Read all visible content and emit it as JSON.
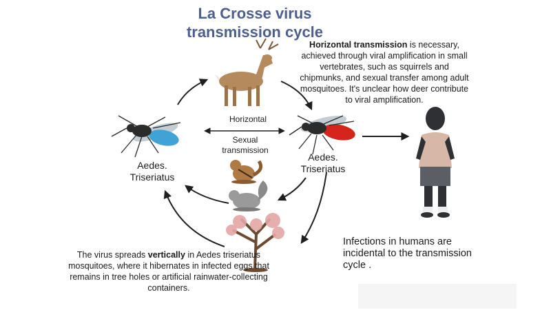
{
  "title": {
    "line1": "La Crosse virus",
    "line2": "transmission cycle"
  },
  "labels": {
    "horizontal": "Horizontal",
    "sexual_line1": "Sexual",
    "sexual_line2": "transmission",
    "aedes_left_line1": "Aedes.",
    "aedes_left_line2": "Triseriatus",
    "aedes_right_line1": "Aedes.",
    "aedes_right_line2": "Triseriatus"
  },
  "notes": {
    "top_bold": "Horizontal transmission",
    "top_rest": " is necessary, achieved through viral amplification in small vertebrates, such as squirrels and chipmunks, and sexual transfer among adult mosquitoes. It's unclear how deer contribute to viral amplification.",
    "bottom_pre": "The virus spreads ",
    "bottom_bold": "vertically",
    "bottom_post": " in Aedes triseriatus mosquitoes, where it hibernates in infected eggs that remains in tree holes or artificial rainwater-collecting containers.",
    "human": "Infections in humans are incidental to the transmission cycle ."
  },
  "colors": {
    "title": "#4e5f8e",
    "mosquito_left_abdomen": "#3fa3d6",
    "mosquito_right_abdomen": "#d4241c",
    "deer": "#b58a5d",
    "squirrel": "#9a9a9a",
    "chipmunk": "#b07a44",
    "tree_blossom": "#e3a6a4",
    "human_skin": "#2f3034",
    "human_shirt": "#d7b7a8",
    "human_shorts": "#5c5e66",
    "arrow": "#1f1f1f"
  },
  "icons": [
    "deer-icon",
    "mosquito-blue-icon",
    "mosquito-red-icon",
    "chipmunk-icon",
    "squirrel-icon",
    "tree-icon",
    "human-child-icon"
  ]
}
